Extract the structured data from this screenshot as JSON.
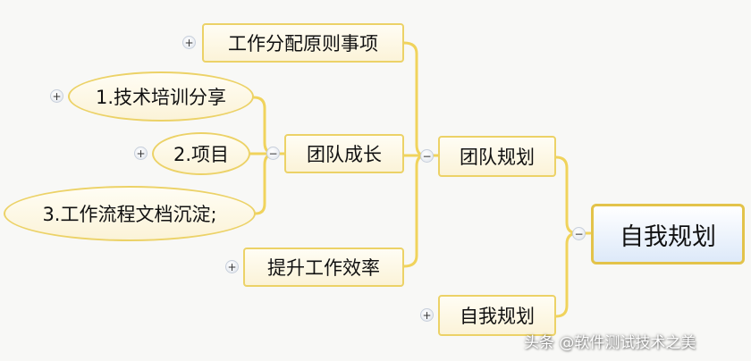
{
  "central": {
    "label": "自我规划",
    "toggle": "−"
  },
  "branches": {
    "team_plan": {
      "label": "团队规划",
      "toggle": "−"
    },
    "self_plan": {
      "label": "自我规划",
      "toggle": "+"
    }
  },
  "team_plan_children": {
    "work_allocation": {
      "label": "工作分配原则事项",
      "toggle": "+"
    },
    "team_growth": {
      "label": "团队成长",
      "toggle": "−"
    },
    "efficiency": {
      "label": "提升工作效率",
      "toggle": "+"
    }
  },
  "team_growth_children": [
    {
      "label": "1.技术培训分享",
      "toggle": "+"
    },
    {
      "label": "2.项目",
      "toggle": "+"
    },
    {
      "label": "3.工作流程文档沉淀;",
      "toggle": ""
    }
  ],
  "watermark": "头条 @软件测试技术之美",
  "colors": {
    "connector": "#f0d35c",
    "node_border": "#ecd267",
    "central_fill": "#dde9f9"
  }
}
